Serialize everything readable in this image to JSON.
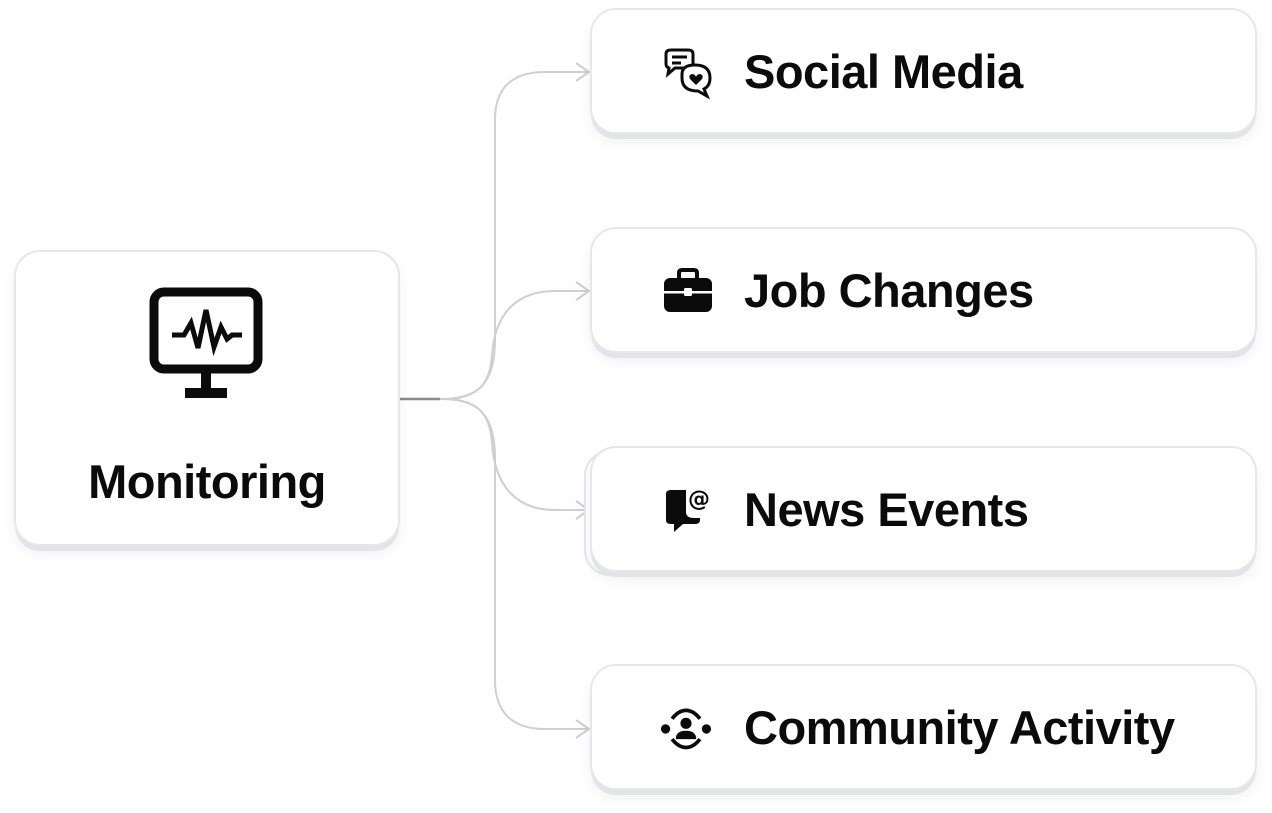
{
  "root": {
    "label": "Monitoring",
    "icon": "monitor-heartbeat-icon"
  },
  "branches": [
    {
      "label": "Social Media",
      "icon": "chat-bubbles-heart-icon"
    },
    {
      "label": "Job Changes",
      "icon": "briefcase-icon"
    },
    {
      "label": "News Events",
      "icon": "speech-bubble-at-icon"
    },
    {
      "label": "Community Activity",
      "icon": "community-people-icon"
    }
  ],
  "colors": {
    "text": "#0b0b0c",
    "card_border": "#e6e7ea",
    "connector": "#c9c9cc"
  }
}
